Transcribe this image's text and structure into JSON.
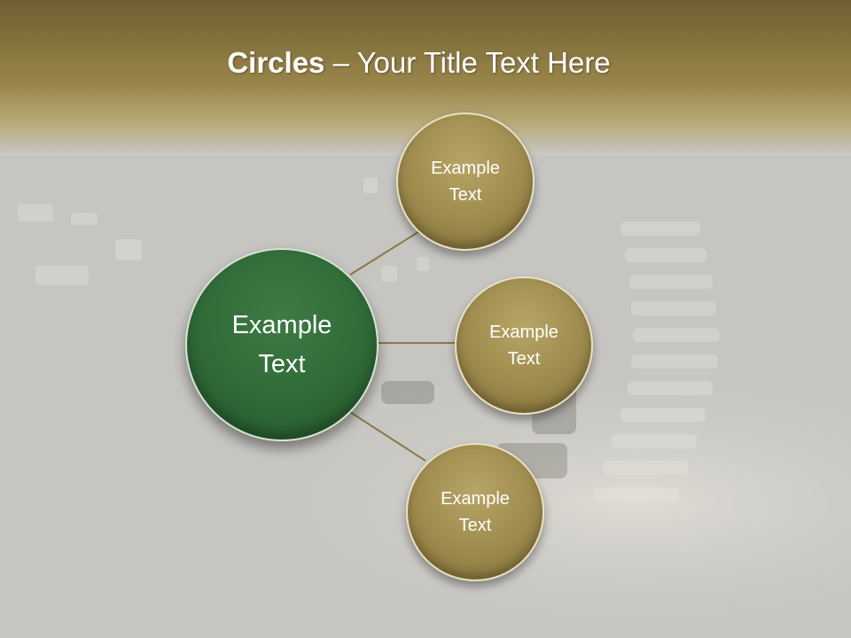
{
  "title": {
    "bold": "Circles",
    "rest": " – Your Title Text Here"
  },
  "center": {
    "line1": "Example",
    "line2": "Text"
  },
  "satellites": [
    {
      "line1": "Example",
      "line2": "Text"
    },
    {
      "line1": "Example",
      "line2": "Text"
    },
    {
      "line1": "Example",
      "line2": "Text"
    }
  ],
  "colors": {
    "header_band": "#8f7d45",
    "gold_circle": "#9d8a4d",
    "green_circle": "#2f6a38",
    "connector": "#8a7a45",
    "background": "#c9c8c4"
  }
}
